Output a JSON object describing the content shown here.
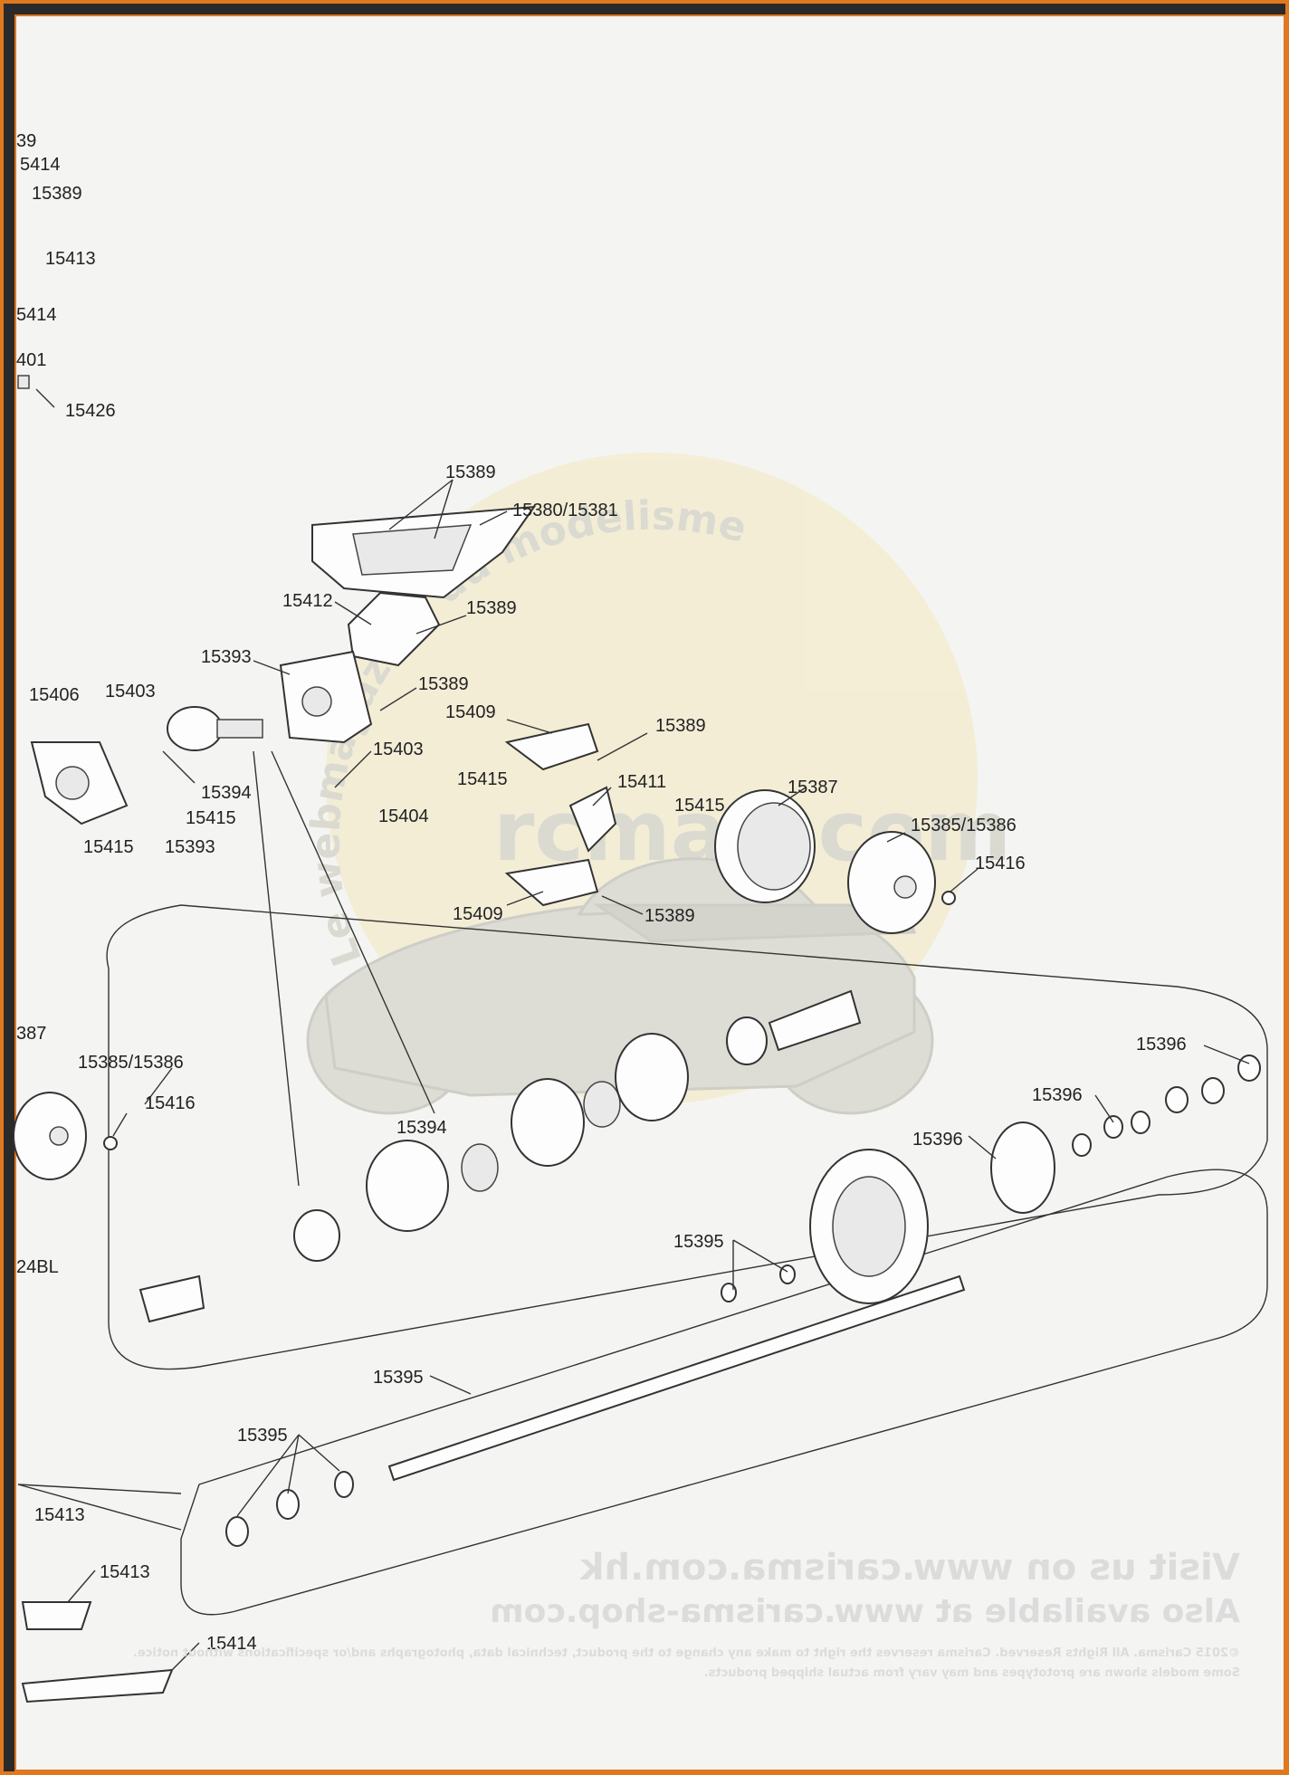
{
  "watermark": {
    "arc_text": "Le webmagazine du modelisme",
    "site": "rcmag.com"
  },
  "footer_ghost": {
    "line1": "Visit us on www.carisma.com.hk",
    "line2": "Also available at www.carisma-shop.com",
    "line3": "©2015 Carisma. All Rights Reserved. Carisma reserves the right to make any change to the product, technical data, photographs and/or specifications without notice.",
    "line4": "Some models shown are prototypes and may vary from actual shipped products."
  },
  "part_labels": {
    "l_39": "39",
    "l_5414_a": "5414",
    "l_15389_top": "15389",
    "l_15413_top": "15413",
    "l_5414_b": "5414",
    "l_401": "401",
    "l_15426": "15426",
    "l_15389_a": "15389",
    "l_15380": "15380/15381",
    "l_15412": "15412",
    "l_15389_b": "15389",
    "l_15393_a": "15393",
    "l_15389_c": "15389",
    "l_15406": "15406",
    "l_15403_a": "15403",
    "l_15409_a": "15409",
    "l_15389_d": "15389",
    "l_15403_b": "15403",
    "l_15394_a": "15394",
    "l_15415_a": "15415",
    "l_15411": "15411",
    "l_15387_a": "15387",
    "l_15415_b": "15415",
    "l_15404": "15404",
    "l_15415_c": "15415",
    "l_15385_a": "15385/15386",
    "l_15415_d": "15415",
    "l_15393_b": "15393",
    "l_15416_a": "15416",
    "l_15409_b": "15409",
    "l_15389_e": "15389",
    "l_387": "387",
    "l_15385_b": "15385/15386",
    "l_15416_b": "15416",
    "l_15396_a": "15396",
    "l_15396_b": "15396",
    "l_15396_c": "15396",
    "l_15394_b": "15394",
    "l_15395_a": "15395",
    "l_24bl": "24BL",
    "l_15395_b": "15395",
    "l_15395_c": "15395",
    "l_15413_b": "15413",
    "l_15413_c": "15413",
    "l_15414": "15414"
  }
}
